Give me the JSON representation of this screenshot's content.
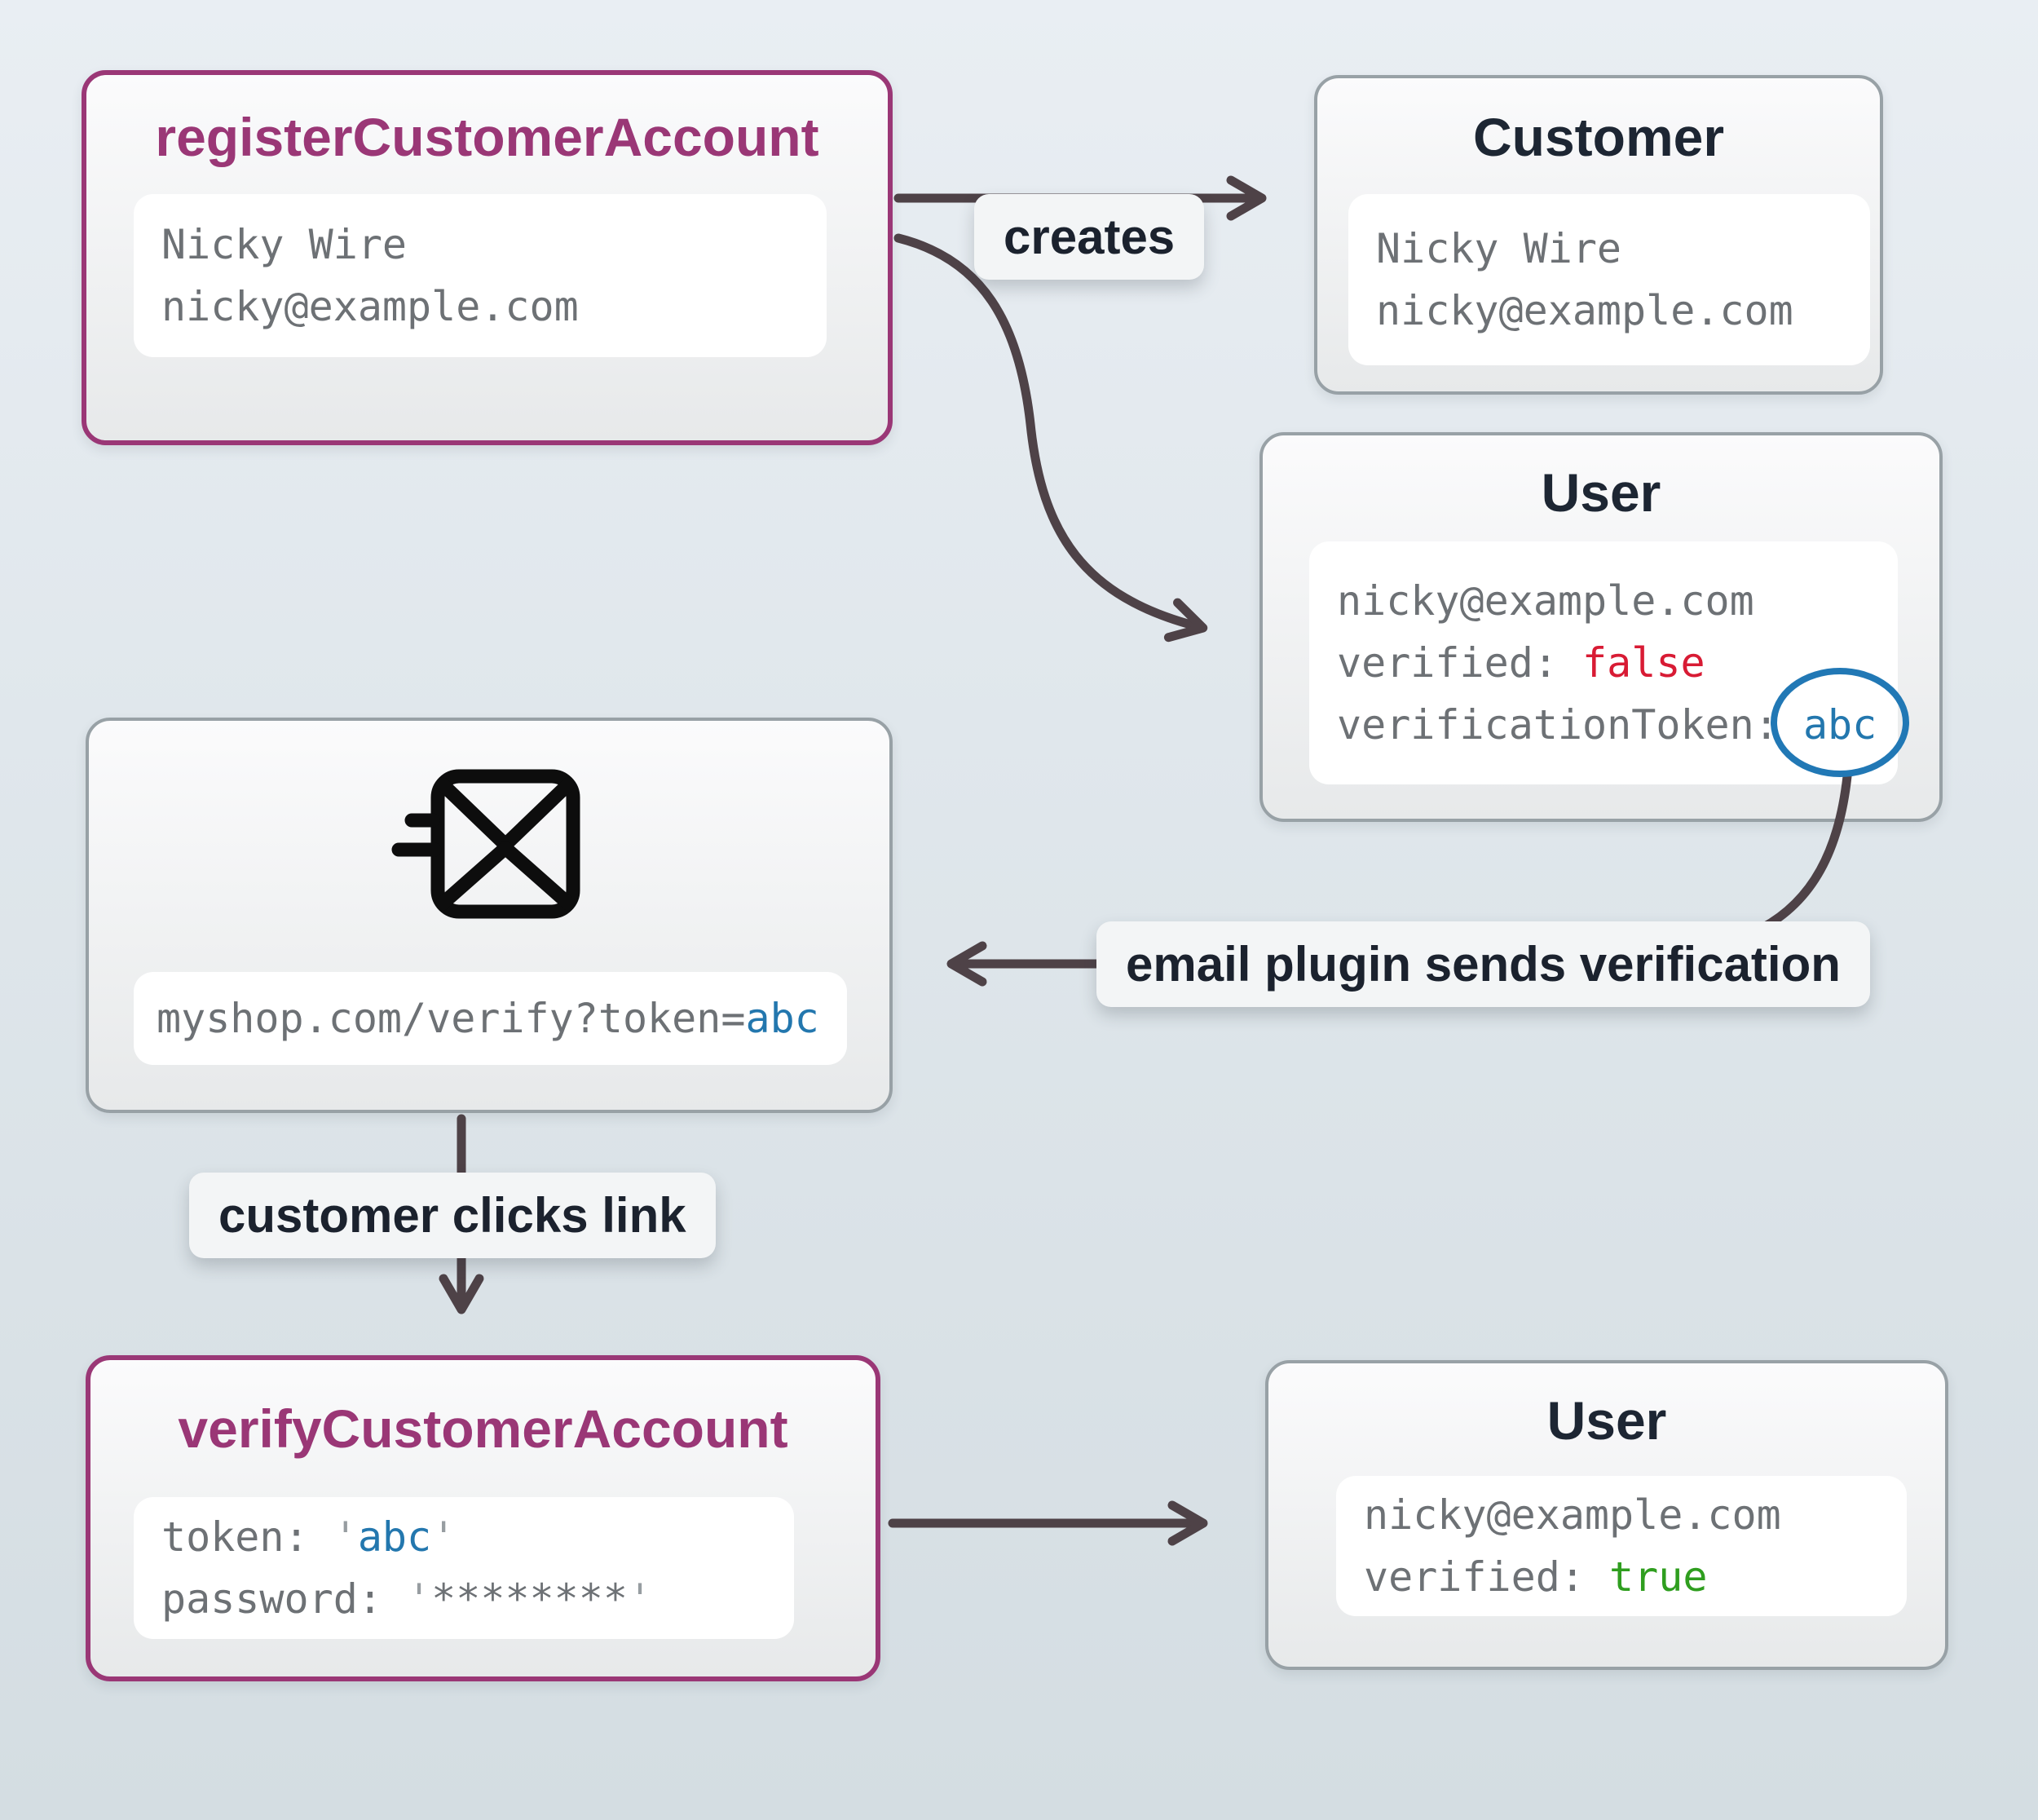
{
  "colors": {
    "background_top": "#e9eef3",
    "background_bottom": "#d4dde2",
    "purple_accent": "#9a3776",
    "node_border_gray": "#98a1a6",
    "arrow": "#4e4247",
    "mono_gray": "#6d7175",
    "value_red": "#d81b34",
    "value_green": "#2f9e1f",
    "value_blue": "#2377ae",
    "title_dark": "#1d2633"
  },
  "nodes": {
    "register": {
      "title": "registerCustomerAccount",
      "line1": "Nicky Wire",
      "line2": "nicky@example.com"
    },
    "customer": {
      "title": "Customer",
      "line1": "Nicky Wire",
      "line2": "nicky@example.com"
    },
    "user_unverified": {
      "title": "User",
      "email": "nicky@example.com",
      "verified_key": "verified: ",
      "verified_value": "false",
      "token_key": "verificationToken: ",
      "token_value": "abc"
    },
    "email_message": {
      "url_prefix": "myshop.com/verify?token=",
      "url_token": "abc"
    },
    "verify": {
      "title": "verifyCustomerAccount",
      "token_key": "token: ",
      "quote": "'",
      "token_value": "abc",
      "password_key": "password: ",
      "password_stars": "********"
    },
    "user_verified": {
      "title": "User",
      "email": "nicky@example.com",
      "verified_key": "verified: ",
      "verified_value": "true"
    }
  },
  "edges": {
    "creates_label": "creates",
    "email_plugin_label": "email plugin sends verification",
    "customer_clicks_label": "customer clicks link"
  }
}
